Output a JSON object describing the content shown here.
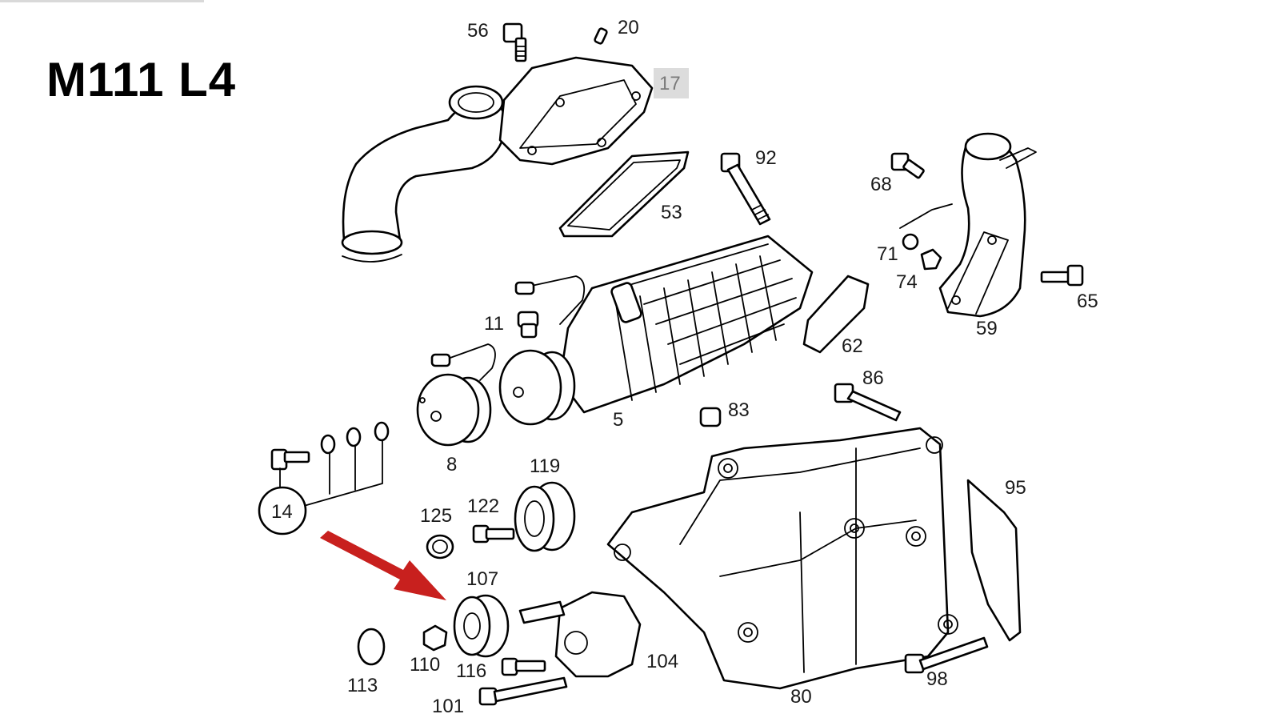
{
  "title": "M111 L4",
  "accent_color": "#c8201e",
  "highlight_color": "#dcdcdc",
  "labels": {
    "l56": "56",
    "l20": "20",
    "l17": "17",
    "l92": "92",
    "l53": "53",
    "l68": "68",
    "l71": "71",
    "l74": "74",
    "l65": "65",
    "l59": "59",
    "l11": "11",
    "l62": "62",
    "l86": "86",
    "l83": "83",
    "l5": "5",
    "l8": "8",
    "l119": "119",
    "l14": "14",
    "l125": "125",
    "l122": "122",
    "l95": "95",
    "l107": "107",
    "l110": "110",
    "l116": "116",
    "l104": "104",
    "l113": "113",
    "l101": "101",
    "l98": "98",
    "l80": "80"
  },
  "highlighted_label": "17",
  "arrow": {
    "color": "#c8201e",
    "points_to": "107"
  }
}
